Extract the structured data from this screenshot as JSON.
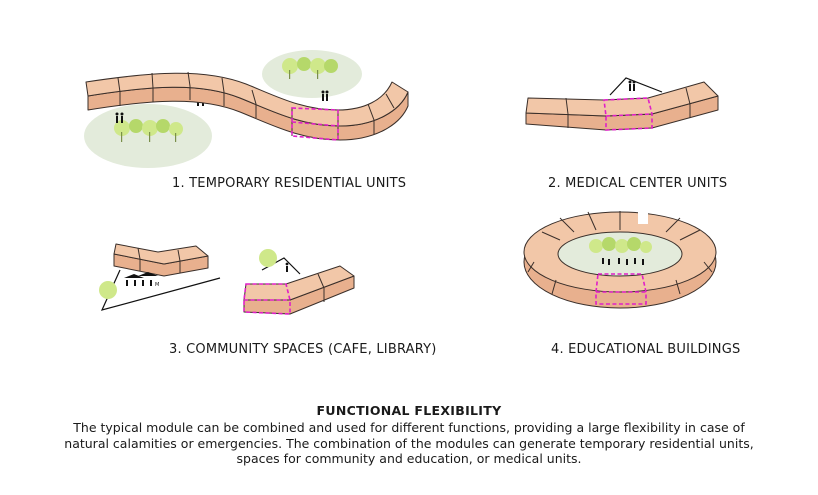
{
  "diagrams": [
    {
      "label": "1. TEMPORARY RESIDENTIAL UNITS"
    },
    {
      "label": "2. MEDICAL CENTER UNITS"
    },
    {
      "label": "3. COMMUNITY SPACES (CAFE, LIBRARY)"
    },
    {
      "label": "4. EDUCATIONAL BUILDINGS"
    }
  ],
  "caption": {
    "title": "FUNCTIONAL FLEXIBILITY",
    "lines": [
      "The typical module can be combined and used for different functions, providing a large flexibility in case of",
      "natural calamities or emergencies. The combination of the modules can generate temporary residential units,",
      "spaces for community and education, or medical units."
    ]
  },
  "colors": {
    "module": "#f2c7a8",
    "highlight": "#e020c8",
    "lawn": "#e3ebdb",
    "tree": "#cfe88a"
  }
}
